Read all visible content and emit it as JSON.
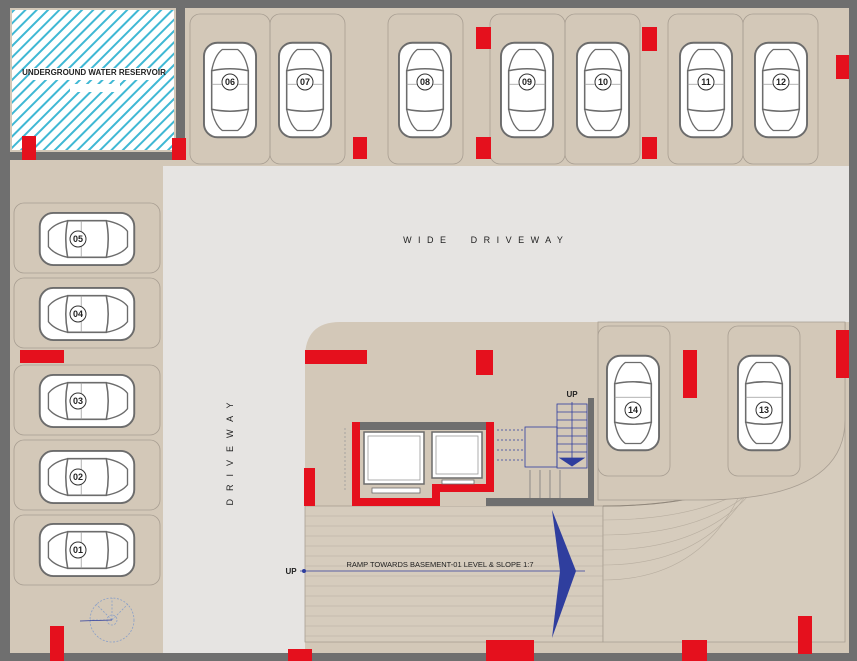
{
  "labels": {
    "water_reservoir": "UNDERGROUND WATER RESERVOIR",
    "wide_driveway": "W I D E     D R I V E W A Y",
    "driveway": "DRIVEWAY",
    "ramp": "RAMP TOWARDS BASEMENT-01 LEVEL & SLOPE 1:7",
    "up_ramp": "UP",
    "up_stair": "UP"
  },
  "parking": {
    "top_row": [
      "06",
      "07",
      "08",
      "09",
      "10",
      "11",
      "12"
    ],
    "left_column": [
      "05",
      "04",
      "03",
      "02",
      "01"
    ],
    "right_pair": [
      "14",
      "13"
    ]
  },
  "colors": {
    "floor": "#d3c8b8",
    "driveway": "#e6e4e2",
    "wall": "#6f6f6f",
    "column": "#e5101d",
    "water": "#3fb8d4",
    "stair_blue": "#2f3e9e"
  }
}
